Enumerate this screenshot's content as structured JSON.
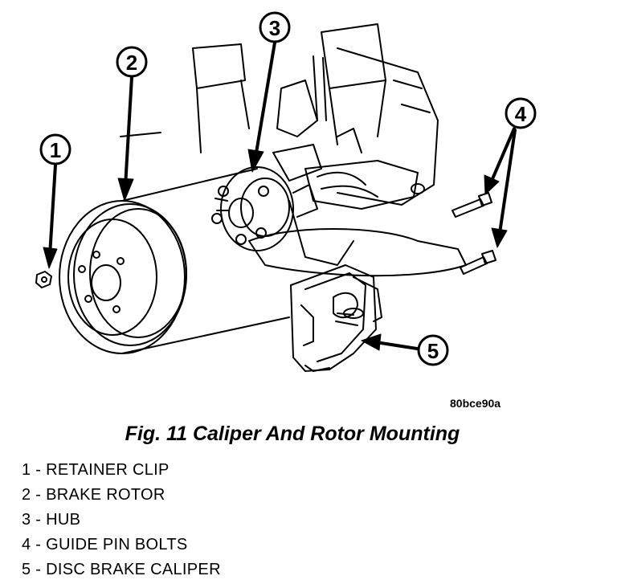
{
  "callouts": [
    {
      "num": "1",
      "label": "RETAINER CLIP"
    },
    {
      "num": "2",
      "label": "BRAKE ROTOR"
    },
    {
      "num": "3",
      "label": "HUB"
    },
    {
      "num": "4",
      "label": "GUIDE PIN BOLTS"
    },
    {
      "num": "5",
      "label": "DISC BRAKE CALIPER"
    }
  ],
  "legend_separator": " - ",
  "figure_id": "80bce90a",
  "caption": "Fig. 11 Caliper And Rotor Mounting"
}
